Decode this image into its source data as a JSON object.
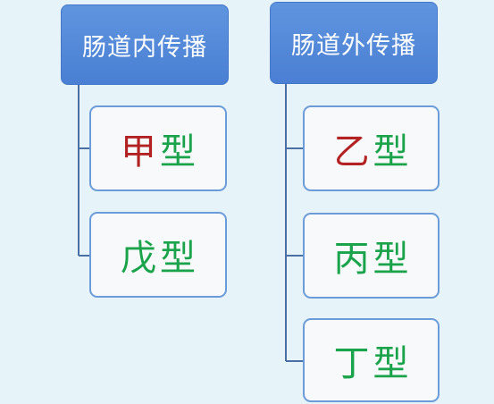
{
  "colors": {
    "header_fill": "#4a7fd3",
    "child_border": "#6b9bd9",
    "connector": "#4a6fa5",
    "red_text": "#b22222",
    "green_text": "#1aa34a",
    "background": "#e6f3f8"
  },
  "groups": [
    {
      "title": "肠道内传播",
      "items": [
        {
          "first": "甲",
          "rest": "型",
          "first_color": "#b22222"
        },
        {
          "first": "戊",
          "rest": "型",
          "first_color": "#1aa34a"
        }
      ]
    },
    {
      "title": "肠道外传播",
      "items": [
        {
          "first": "乙",
          "rest": "型",
          "first_color": "#b22222"
        },
        {
          "first": "丙",
          "rest": "型",
          "first_color": "#1aa34a"
        },
        {
          "first": "丁",
          "rest": "型",
          "first_color": "#1aa34a"
        }
      ]
    }
  ]
}
